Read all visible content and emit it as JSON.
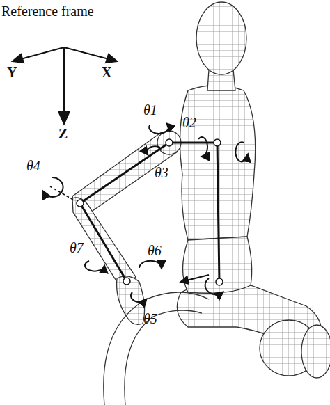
{
  "diagram": {
    "labels": [
      "Reference frame",
      "Y",
      "X",
      "Z",
      "θ1",
      "θ2",
      "θ3",
      "θ4",
      "θ5",
      "θ6",
      "θ7"
    ]
  }
}
